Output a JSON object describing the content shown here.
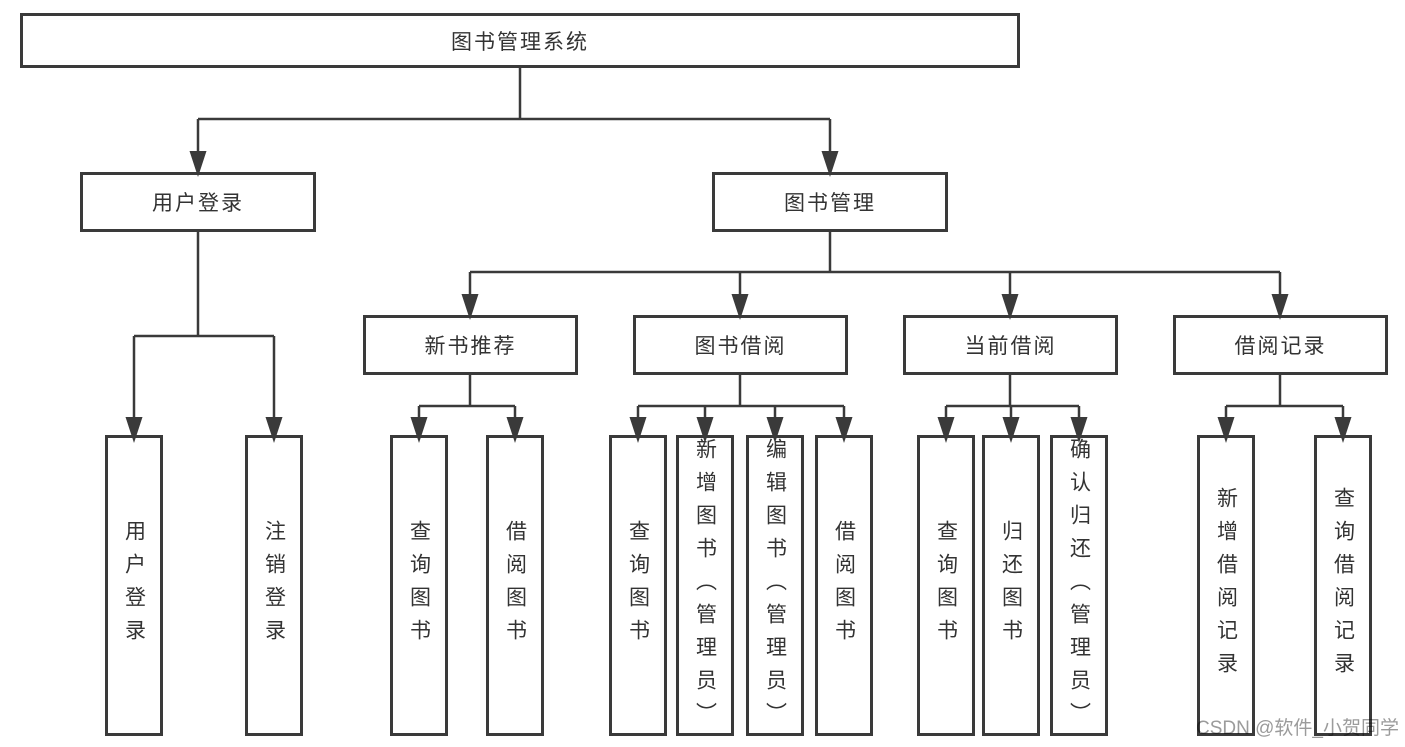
{
  "tree": {
    "root": "图书管理系统",
    "level1": [
      "用户登录",
      "图书管理"
    ],
    "level2": [
      "新书推荐",
      "图书借阅",
      "当前借阅",
      "借阅记录"
    ],
    "leaves": {
      "user_login": [
        "用户登录",
        "注销登录"
      ],
      "new_book_recommend": [
        "查询图书",
        "借阅图书"
      ],
      "book_borrow": [
        "查询图书",
        "新增图书（管理员）",
        "编辑图书（管理员）",
        "借阅图书"
      ],
      "current_borrow": [
        "查询图书",
        "归还图书",
        "确认归还（管理员）"
      ],
      "borrow_records": [
        "新增借阅记录",
        "查询借阅记录"
      ]
    }
  },
  "watermark": "CSDN @软件_小贺同学",
  "colors": {
    "line": "#3a3a3a",
    "box_border": "#3a3a3a",
    "text": "#333333",
    "watermark": "#9b9b9b",
    "background": "#ffffff"
  }
}
